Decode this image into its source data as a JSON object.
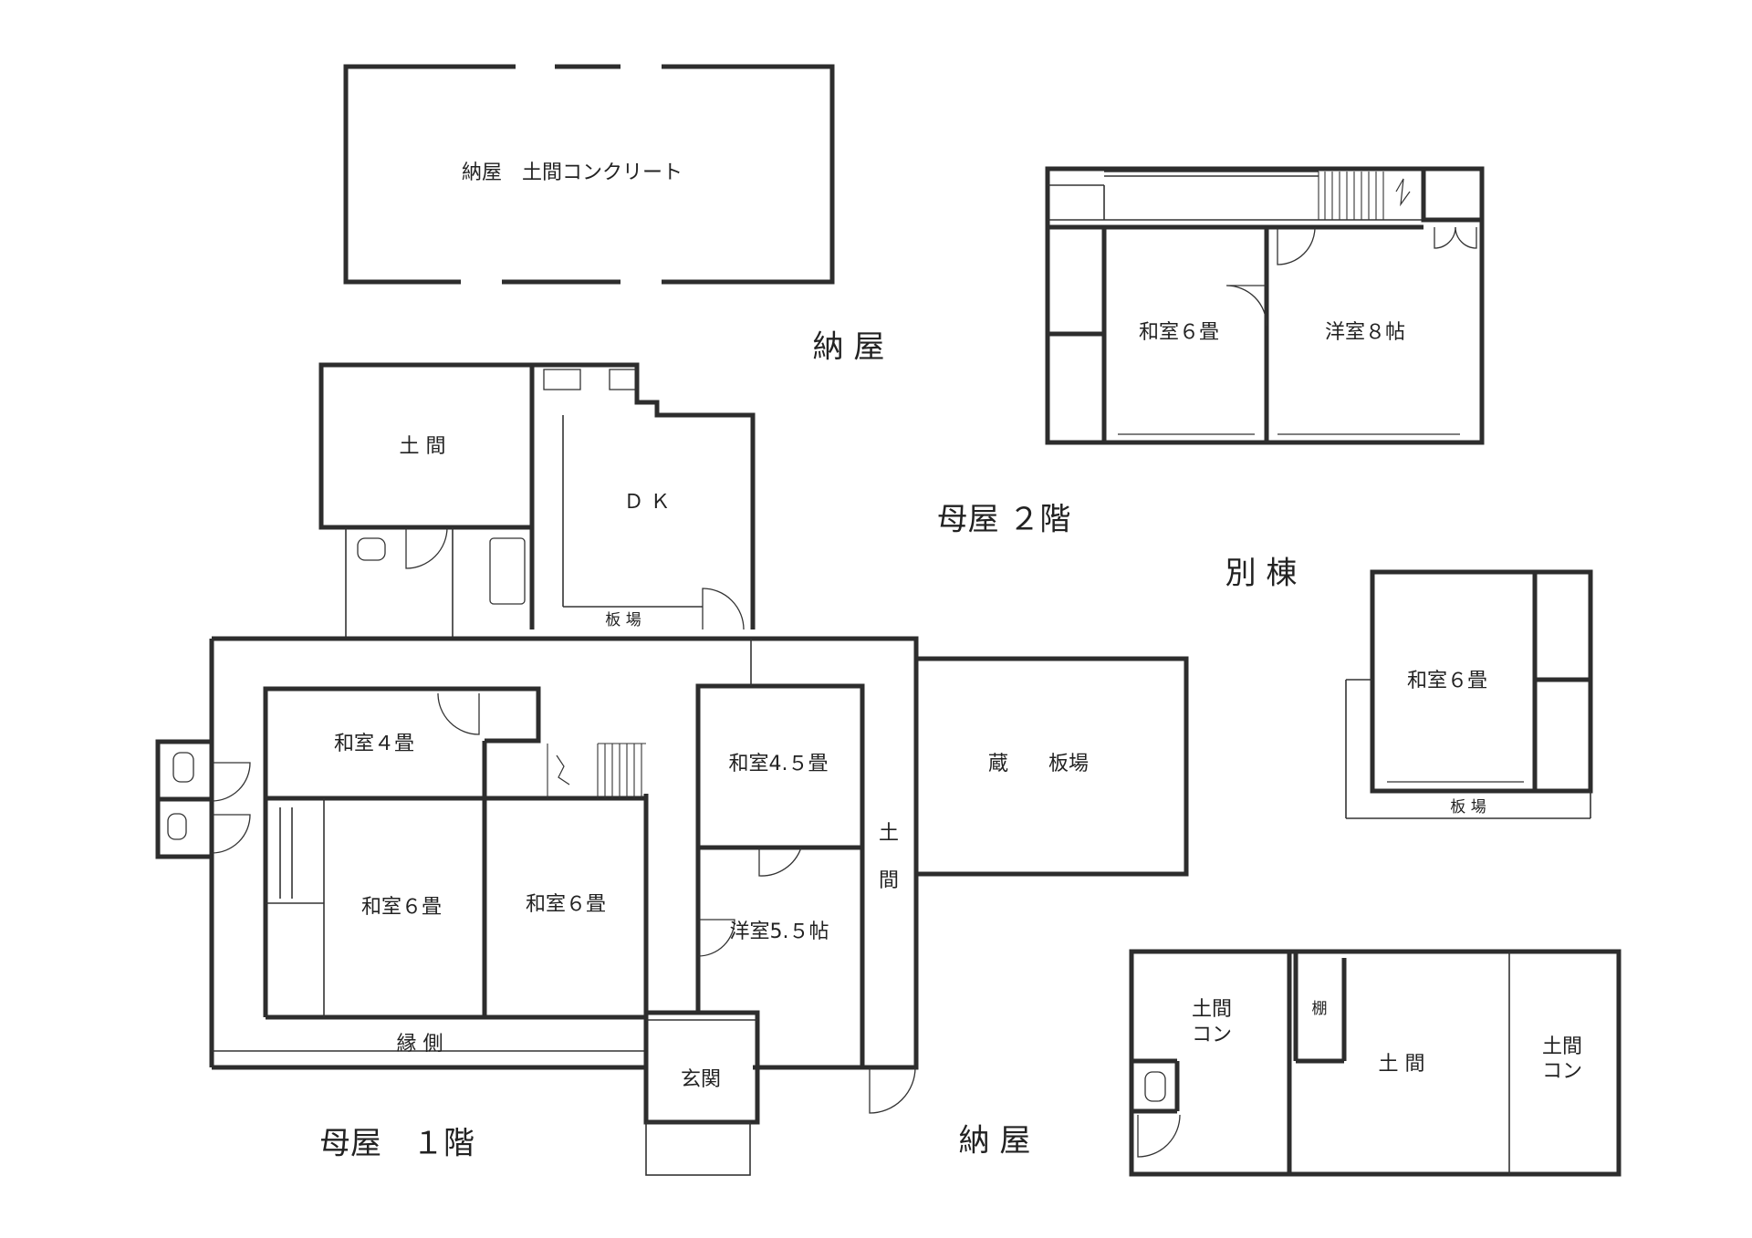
{
  "labels": {
    "storage_top": "納屋　土間コンクリート",
    "storage_caption": "納 屋",
    "main_2f_caption": "母屋 ２階",
    "annex_caption": "別 棟",
    "main_1f_caption": "母屋　１階",
    "storage_bottom_caption": "納 屋",
    "f2_washitsu6": "和室６畳",
    "f2_youshitsu8": "洋室８帖",
    "annex_washitsu6": "和室６畳",
    "annex_itaba": "板 場",
    "doma": "土 間",
    "dk": "Ｄ Ｋ",
    "itaba": "板 場",
    "washitsu4": "和室４畳",
    "washitsu45": "和室4.５畳",
    "kura": "蔵　　板場",
    "washitsu6_a": "和室６畳",
    "washitsu6_b": "和室６畳",
    "youshitsu55": "洋室5.５帖",
    "doma_corridor_1": "土",
    "doma_corridor_2": "間",
    "engawa": "縁 側",
    "genkan": "玄関",
    "b_doma_con_1a": "土間",
    "b_doma_con_1b": "コン",
    "b_tana": "棚",
    "b_doma": "土 間",
    "b_doma_con_2a": "土間",
    "b_doma_con_2b": "コン"
  }
}
